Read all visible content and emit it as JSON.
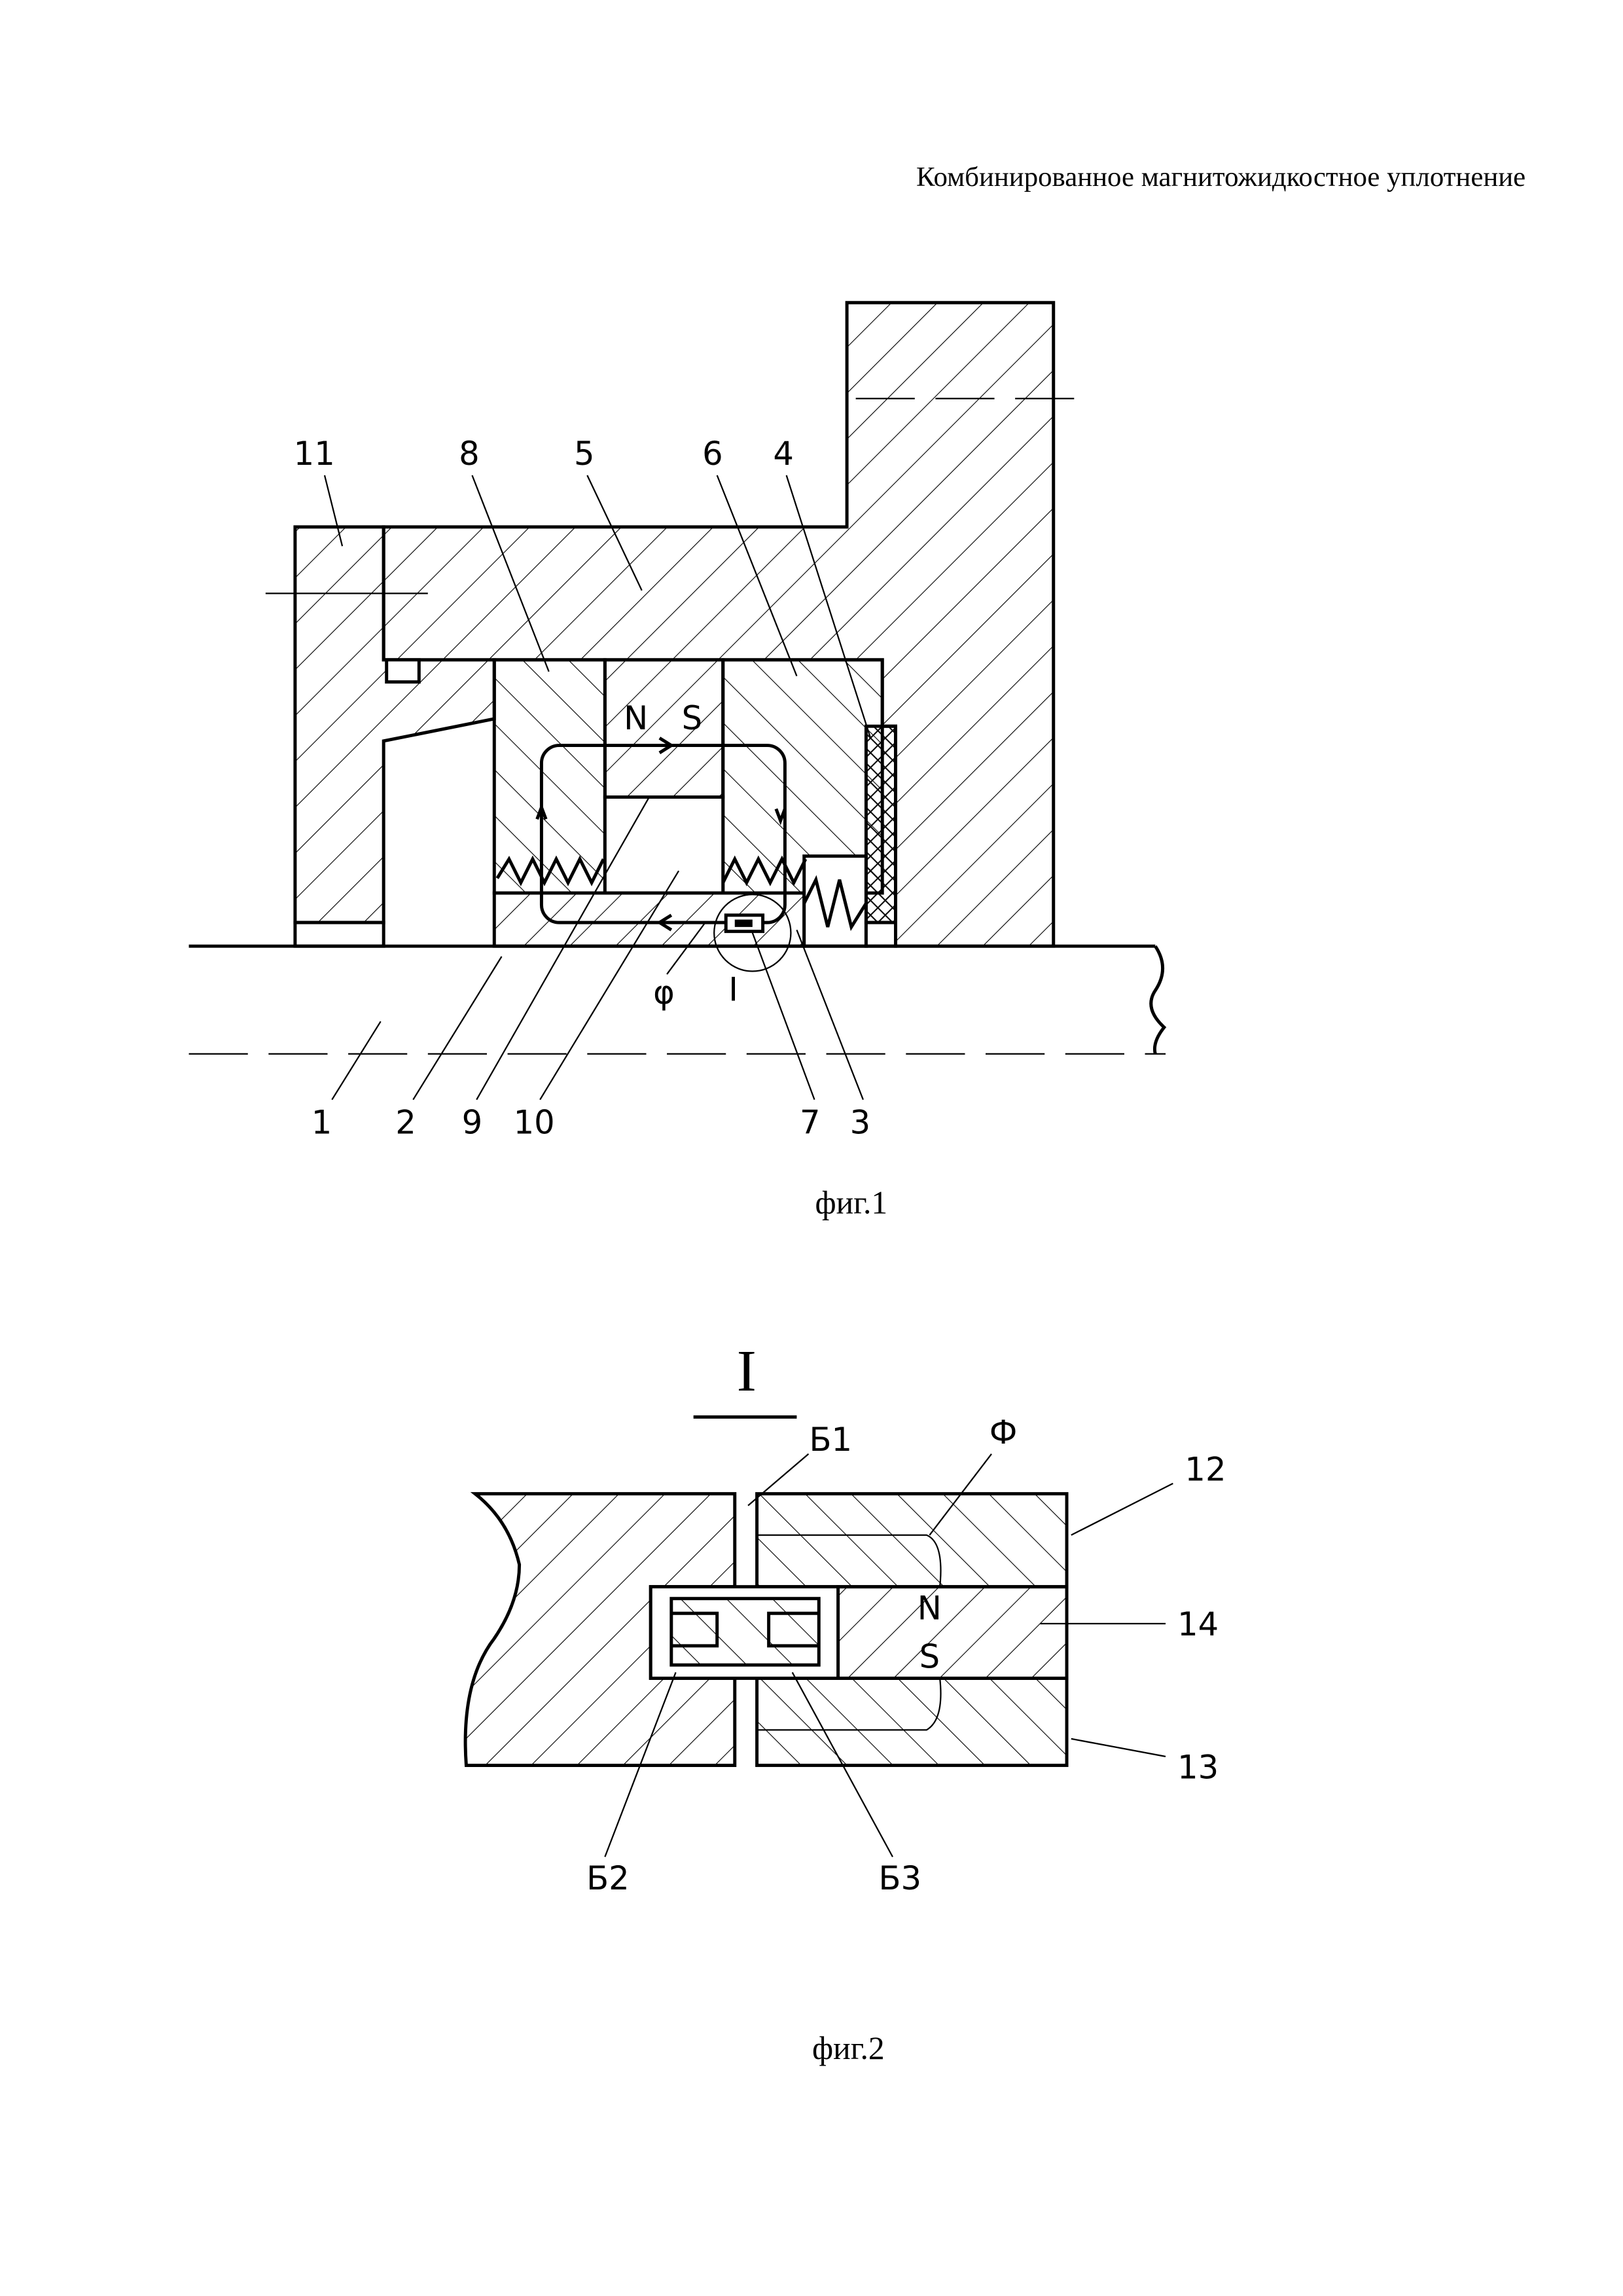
{
  "header": {
    "title": "Комбинированное магнитожидкостное уплотнение"
  },
  "fig1": {
    "caption": "фиг.1",
    "labels_top": [
      "11",
      "8",
      "5",
      "6",
      "4"
    ],
    "labels_bottom": [
      "1",
      "2",
      "9",
      "10",
      "7",
      "3"
    ],
    "flux_label": "φ",
    "detail_label": "I",
    "pole_n": "N",
    "pole_s": "S"
  },
  "fig2": {
    "caption": "фиг.2",
    "detail_title": "I",
    "labels": [
      "Б1",
      "Ф",
      "12",
      "14",
      "13",
      "Б2",
      "Б3"
    ],
    "pole_n": "N",
    "pole_s": "S"
  }
}
